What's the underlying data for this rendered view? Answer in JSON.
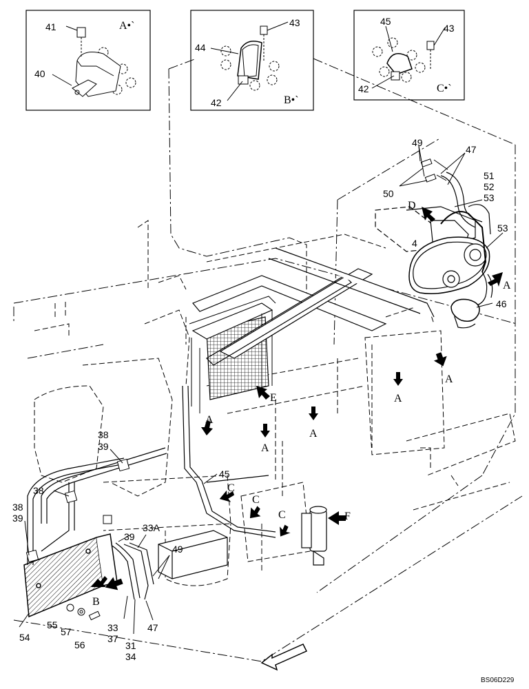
{
  "inset_boxes": [
    {
      "id": "A",
      "label": "A•`",
      "parts": [
        "41",
        "40"
      ]
    },
    {
      "id": "B",
      "label": "B•`",
      "parts": [
        "43",
        "44",
        "42"
      ]
    },
    {
      "id": "C",
      "label": "C•`",
      "parts": [
        "45",
        "43",
        "42"
      ]
    }
  ],
  "part_labels": [
    "41",
    "40",
    "43",
    "44",
    "42",
    "45",
    "43",
    "42",
    "49",
    "47",
    "51",
    "52",
    "53",
    "50",
    "53",
    "4",
    "46",
    "38",
    "39",
    "38",
    "38",
    "39",
    "45",
    "33A",
    "39",
    "49",
    "54",
    "55",
    "57",
    "56",
    "33",
    "37",
    "31",
    "34",
    "47"
  ],
  "view_markers": [
    "D",
    "A",
    "E",
    "A",
    "A",
    "A",
    "A",
    "C",
    "C",
    "C",
    "F",
    "B"
  ],
  "drawing_code": "BS06D229"
}
